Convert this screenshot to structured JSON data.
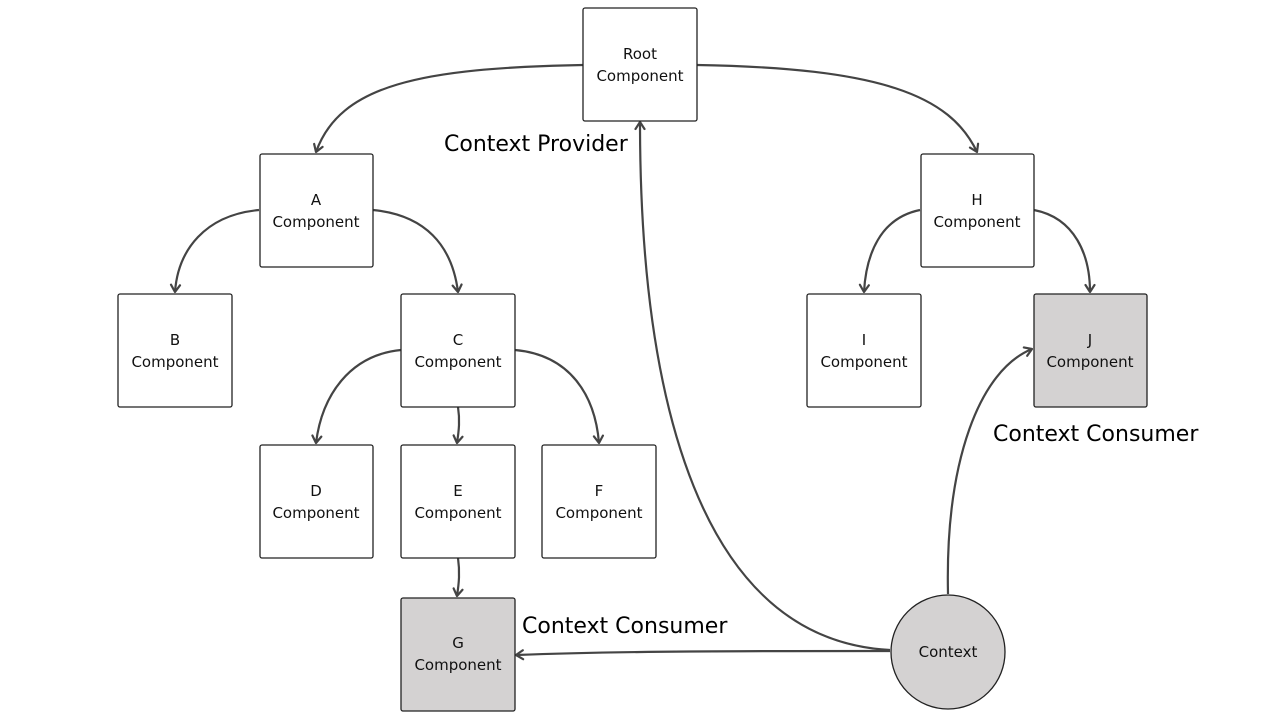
{
  "nodes": {
    "root": {
      "line1": "Root",
      "line2": "Component"
    },
    "a": {
      "line1": "A",
      "line2": "Component"
    },
    "b": {
      "line1": "B",
      "line2": "Component"
    },
    "c": {
      "line1": "C",
      "line2": "Component"
    },
    "d": {
      "line1": "D",
      "line2": "Component"
    },
    "e": {
      "line1": "E",
      "line2": "Component"
    },
    "f": {
      "line1": "F",
      "line2": "Component"
    },
    "g": {
      "line1": "G",
      "line2": "Component"
    },
    "h": {
      "line1": "H",
      "line2": "Component"
    },
    "i": {
      "line1": "I",
      "line2": "Component"
    },
    "j": {
      "line1": "J",
      "line2": "Component"
    },
    "context": {
      "label": "Context"
    }
  },
  "annotations": {
    "provider": "Context Provider",
    "consumer_g": "Context Consumer",
    "consumer_j": "Context Consumer"
  },
  "colors": {
    "consumer_fill": "#d4d2d2",
    "edge": "#444444"
  }
}
